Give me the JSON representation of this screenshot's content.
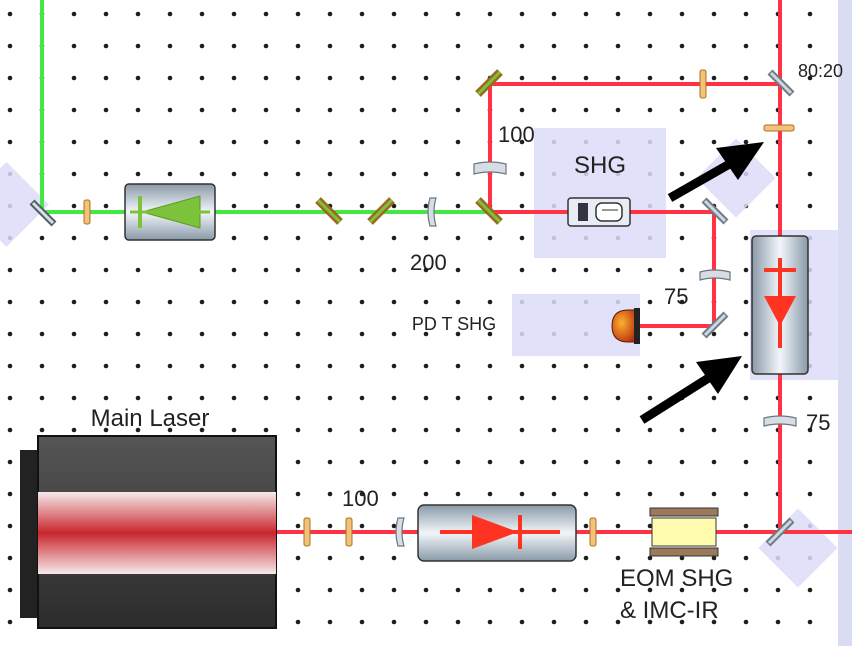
{
  "labels": {
    "main_laser": "Main Laser",
    "shg": "SHG",
    "pd_t_shg": "PD T SHG",
    "split_ratio": "80:20",
    "eom": "EOM SHG",
    "eom_line2": "& IMC-IR",
    "lens_100_top": "100",
    "lens_200": "200",
    "lens_75_mid": "75",
    "lens_75_bottom": "75",
    "lens_100_bottom": "100"
  },
  "colors": {
    "red_beam": "#ff3344",
    "green_beam": "#44e844",
    "panel": "#dcdcf8",
    "dot": "#1e1e1e",
    "isolator_green": "#7cc23a",
    "isolator_red": "#ff3322",
    "arrow": "#000000"
  }
}
